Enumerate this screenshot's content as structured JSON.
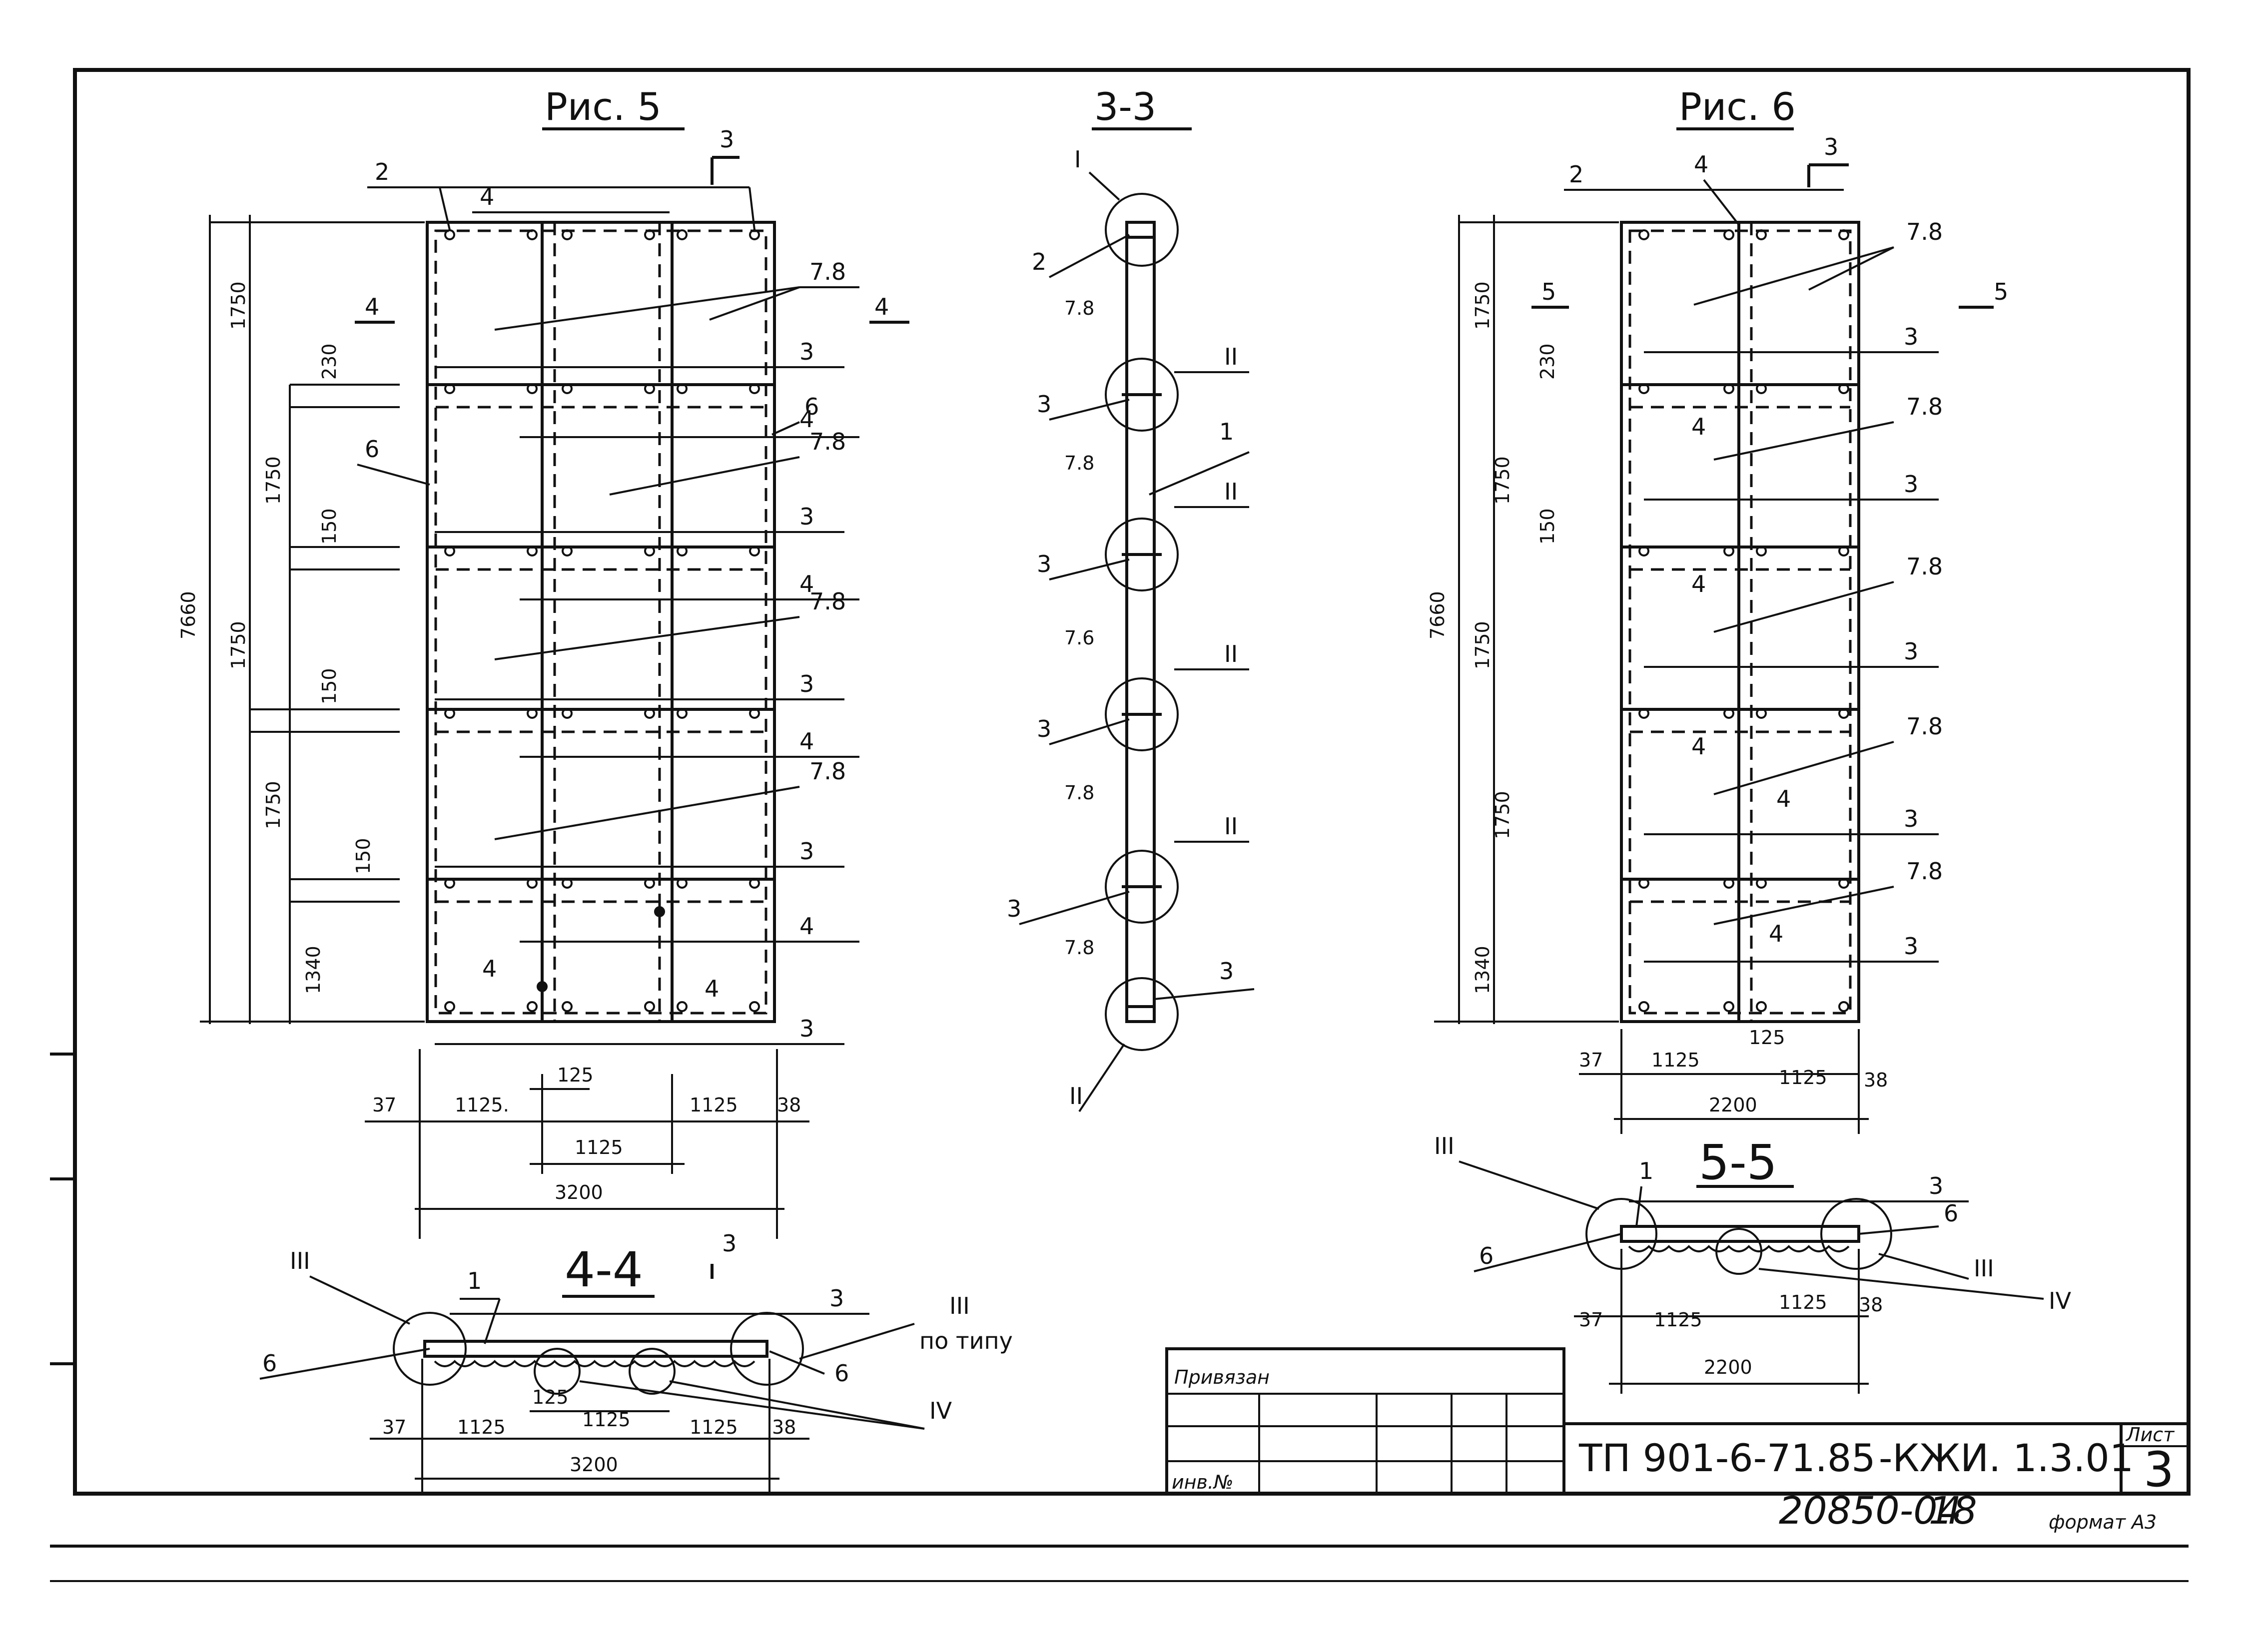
{
  "fig5": {
    "title": "Рис. 5",
    "section_mark": "3",
    "section_4": "4",
    "callouts": {
      "c2": "2",
      "c4": "4",
      "c78": "7.8",
      "c3": "3",
      "c6": "6"
    },
    "dims_vert": [
      "1750",
      "230",
      "1750",
      "150",
      "1750",
      "150",
      "1750",
      "150",
      "1340"
    ],
    "dim_total_h": "7660",
    "dims_horiz": {
      "d37": "37",
      "d1125a": "1125.",
      "d125": "125",
      "d1125b": "1125",
      "d38": "38",
      "d1125c": "1125",
      "d3200": "3200"
    }
  },
  "section33": {
    "title": "3-3",
    "nodes": [
      "I",
      "II",
      "II",
      "II",
      "II",
      "II"
    ],
    "labels": [
      "2",
      "7.8",
      "3",
      "7.8",
      "1",
      "3",
      "7.6",
      "3",
      "7.8",
      "3",
      "7.8",
      "3"
    ]
  },
  "fig6": {
    "title": "Рис. 6",
    "section_mark": "3",
    "section_5": "5",
    "callouts": {
      "c2": "2",
      "c4": "4",
      "c78": "7.8",
      "c3": "3"
    },
    "dims_vert": [
      "1750",
      "230",
      "1750",
      "150",
      "1750",
      "1750",
      "1340"
    ],
    "dim_total_h": "7660",
    "dims_horiz": {
      "d37": "37",
      "d1125a": "1125",
      "d125": "125",
      "d1125b": "1125",
      "d38": "38",
      "d2200": "2200"
    }
  },
  "section44": {
    "title": "4-4",
    "mark": "3",
    "roman_iii": "III",
    "roman_iii_b": "III",
    "po_tipu": "по типу",
    "roman_iv": "IV",
    "callouts": {
      "c1": "1",
      "c3": "3",
      "c6a": "6",
      "c6b": "6"
    },
    "dims": {
      "d125": "125",
      "d37": "37",
      "d1125a": "1125",
      "d1125b": "1125",
      "d1125c": "1125",
      "d38": "38",
      "d3200": "3200"
    }
  },
  "section55": {
    "title": "5-5",
    "roman_iii": "III",
    "roman_iii_b": "III",
    "roman_iv": "IV",
    "callouts": {
      "c1": "1",
      "c3": "3",
      "c6a": "6",
      "c6b": "6"
    },
    "dims": {
      "d37": "37",
      "d1125a": "1125",
      "d1125b": "1125",
      "d38": "38",
      "d2200": "2200"
    }
  },
  "stamp": {
    "privyazan": "Привязан",
    "inv_no": "инв.№",
    "doc_code": "ТП 901-6-71.85",
    "doc_suffix": "-КЖИ. 1.3.01",
    "list_label": "Лист",
    "list_no": "3",
    "bottom_code": "20850-04",
    "bottom_no": "18",
    "format": "формат А3"
  }
}
